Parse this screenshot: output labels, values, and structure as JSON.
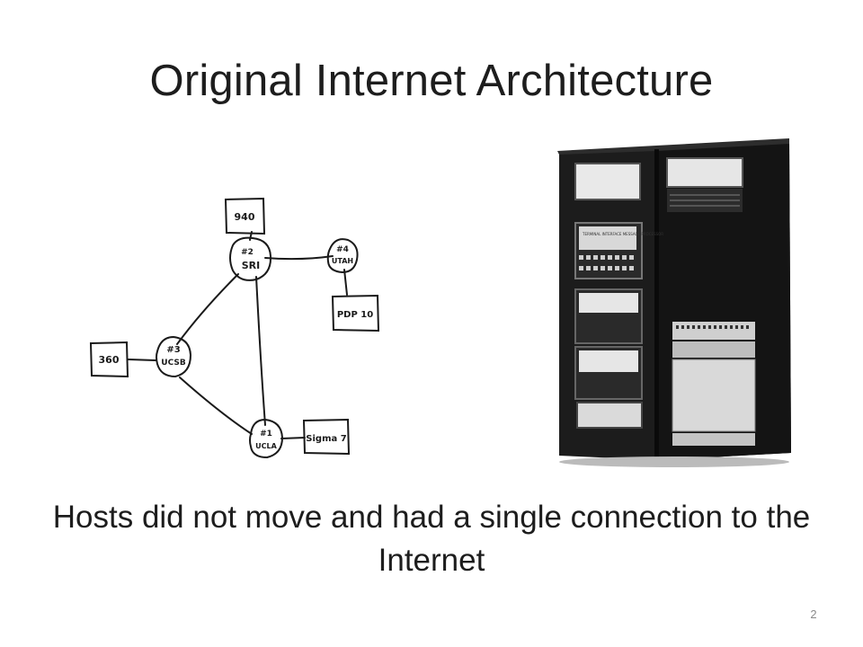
{
  "slide": {
    "title": "Original Internet Architecture",
    "caption": "Hosts did not move and had a single connection to the Internet",
    "page_number": "2"
  },
  "diagram": {
    "nodes": [
      {
        "id": "sri",
        "label_top": "#2",
        "label_bottom": "SRI"
      },
      {
        "id": "utah",
        "label_top": "#4",
        "label_bottom": "UTAH"
      },
      {
        "id": "ucsb",
        "label_top": "#3",
        "label_bottom": "UCSB"
      },
      {
        "id": "ucla",
        "label_top": "#1",
        "label_bottom": "UCLA"
      }
    ],
    "hosts": [
      {
        "id": "host-940",
        "label": "940"
      },
      {
        "id": "host-pdp10",
        "label": "PDP 10"
      },
      {
        "id": "host-360",
        "label": "360"
      },
      {
        "id": "host-sigma7",
        "label": "Sigma 7"
      }
    ]
  },
  "photo": {
    "panel_label": "TERMINAL INTERFACE MESSAGE PROCESSOR"
  }
}
